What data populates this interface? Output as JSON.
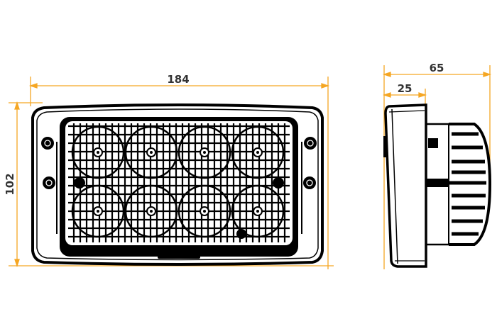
{
  "drawing": {
    "subject": "LED work light technical dimension drawing",
    "accent_color": "#f5a623",
    "line_color": "#000000",
    "text_color": "#333333"
  },
  "dimensions": {
    "front_width": {
      "value": "184",
      "orientation": "horizontal"
    },
    "front_height": {
      "value": "102",
      "orientation": "vertical"
    },
    "side_depth_total": {
      "value": "65",
      "orientation": "horizontal"
    },
    "side_depth_housing": {
      "value": "25",
      "orientation": "horizontal"
    }
  },
  "front_view": {
    "led_count": 8,
    "led_rows": 2,
    "led_columns": 4,
    "mounting_screws": 4
  },
  "side_view": {
    "heatsink_fins": 9
  }
}
